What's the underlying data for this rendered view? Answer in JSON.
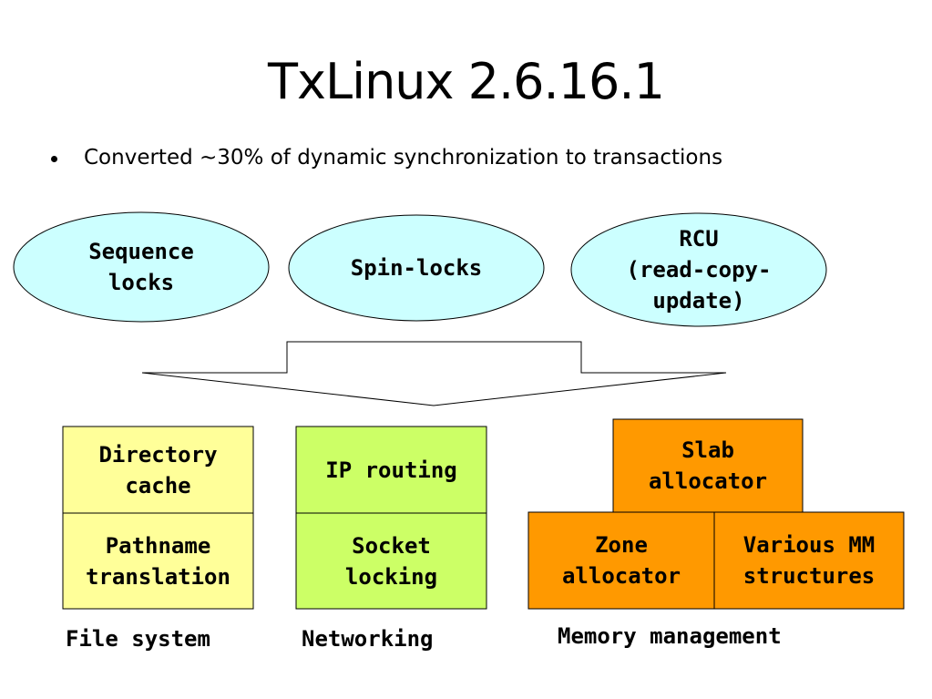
{
  "slide": {
    "title": "TxLinux 2.6.16.1",
    "bullet": "Converted ~30% of dynamic synchronization to transactions"
  },
  "primitives": {
    "sequence_locks": "Sequence\nlocks",
    "spin_locks": "Spin-locks",
    "rcu": "RCU\n(read-copy-\nupdate)"
  },
  "file_system": {
    "directory_cache": "Directory\ncache",
    "pathname_translation": "Pathname\ntranslation",
    "label": "File system"
  },
  "networking": {
    "ip_routing": "IP routing",
    "socket_locking": "Socket\nlocking",
    "label": "Networking"
  },
  "memory_management": {
    "slab_allocator": "Slab\nallocator",
    "zone_allocator": "Zone\nallocator",
    "various_mm": "Various MM\nstructures",
    "label": "Memory management"
  },
  "colors": {
    "ellipse_fill": "#ccffff",
    "file_system_fill": "#ffff99",
    "networking_fill": "#ccff66",
    "memory_fill": "#ff9900",
    "stroke": "#000000"
  }
}
